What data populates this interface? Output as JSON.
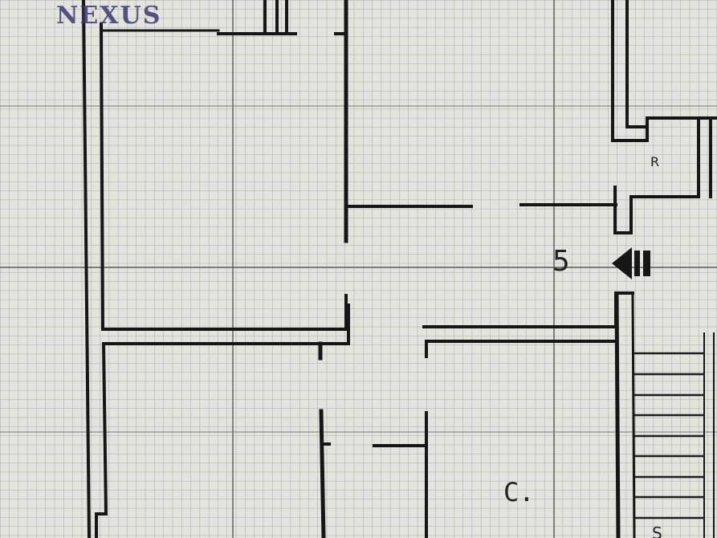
{
  "logo": {
    "wordmark": "NEXUS",
    "tagline": ""
  },
  "labels": {
    "room_r": "R",
    "room_c": "C.",
    "stair_number": "5",
    "bottom_partial": "S"
  },
  "colors": {
    "paper": "#e4e4df",
    "fine_grid": "#9a9a96",
    "major_grid": "#555552",
    "ink": "#161616",
    "logo": "#3a3a72"
  }
}
